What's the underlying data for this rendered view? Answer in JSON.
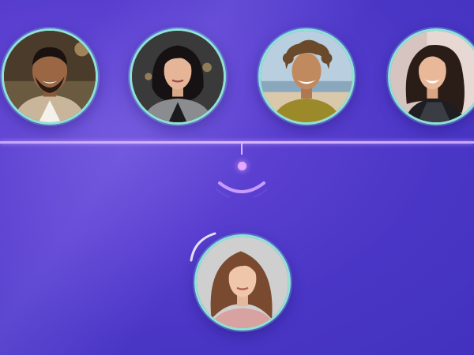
{
  "participants": [
    {
      "id": "p1",
      "icon": "person-avatar-icon"
    },
    {
      "id": "p2",
      "icon": "person-avatar-icon"
    },
    {
      "id": "p3",
      "icon": "person-avatar-icon"
    },
    {
      "id": "p4",
      "icon": "person-avatar-icon"
    },
    {
      "id": "p5",
      "icon": "person-avatar-icon"
    }
  ],
  "colors": {
    "background": "#4a36c6",
    "connector": "#d8b7ff",
    "avatar_ring": "#8ee3d4",
    "node_dot": "#e4a8ff"
  }
}
